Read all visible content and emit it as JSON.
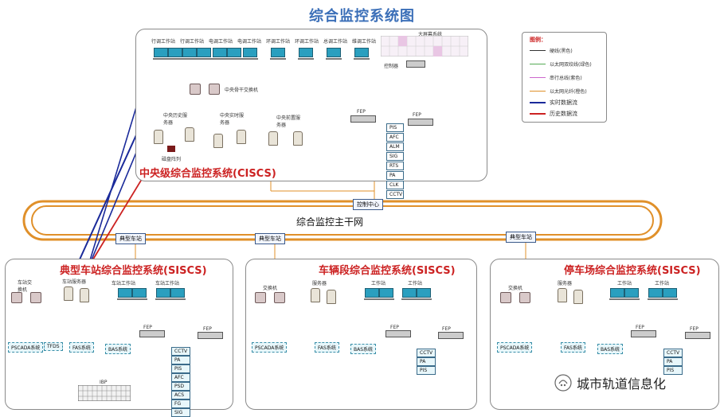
{
  "title": "综合监控系统图",
  "central": {
    "label": "中央级综合监控系统(CISCS)",
    "workstations": [
      "行调工作站",
      "行调工作站",
      "电调工作站",
      "电调工作站",
      "环调工作站",
      "环调工作站",
      "总调工作站",
      "维调工作站"
    ],
    "big_screen": "大屏幕系统",
    "controller": "控制器",
    "switch_label": "中央骨干交换机",
    "history_server": "中央历史服务器",
    "realtime_server": "中央实时服务器",
    "frontend_server": "中央前置服务器",
    "disk_array": "磁盘阵列",
    "fep": "FEP",
    "subsystems": [
      "PIS",
      "AFC",
      "ALM",
      "SIG",
      "RTS",
      "PA",
      "CLK",
      "CCTV"
    ]
  },
  "legend": {
    "title": "图例：",
    "items": [
      {
        "text": "硬线(黑色)",
        "color": "#333333"
      },
      {
        "text": "以太网双绞线(绿色)",
        "color": "#55aa55"
      },
      {
        "text": "串行总线(紫色)",
        "color": "#cc66cc"
      },
      {
        "text": "以太网光纤(橙色)",
        "color": "#e0902a"
      },
      {
        "text": "实时数据流",
        "color": "#1a2a9a"
      },
      {
        "text": "历史数据流",
        "color": "#cc2222"
      }
    ]
  },
  "control_center": "控制中心",
  "backbone": "综合监控主干网",
  "typical_station_tag": "典型车站",
  "station": {
    "label": "典型车站综合监控系统(SISCS)",
    "switch": "车站交换机",
    "server": "车站服务器",
    "ws1": "车站工作站",
    "ws2": "车站工作站",
    "fep": "FEP",
    "boxes": [
      "PSCADA系统",
      "TFDS",
      "FAS系统",
      "BAS系统"
    ],
    "subsystems": [
      "CCTV",
      "PA",
      "PIS",
      "AFC",
      "PSD",
      "ACS",
      "FG",
      "SIG"
    ],
    "ibp": "IBP"
  },
  "depot": {
    "label": "车辆段综合监控系统(SISCS)",
    "switch": "交换机",
    "server": "服务器",
    "ws1": "工作站",
    "ws2": "工作站",
    "fep": "FEP",
    "boxes": [
      "PSCADA系统",
      "FAS系统",
      "BAS系统"
    ],
    "subsystems": [
      "CCTV",
      "PA",
      "PIS"
    ]
  },
  "yard": {
    "label": "停车场综合监控系统(SISCS)",
    "switch": "交换机",
    "server": "服务器",
    "ws1": "工作站",
    "ws2": "工作站",
    "fep": "FEP",
    "boxes": [
      "PSCADA系统",
      "FAS系统",
      "BAS系统"
    ],
    "subsystems": [
      "CCTV",
      "PA",
      "PIS"
    ]
  },
  "watermark": "城市轨道信息化"
}
